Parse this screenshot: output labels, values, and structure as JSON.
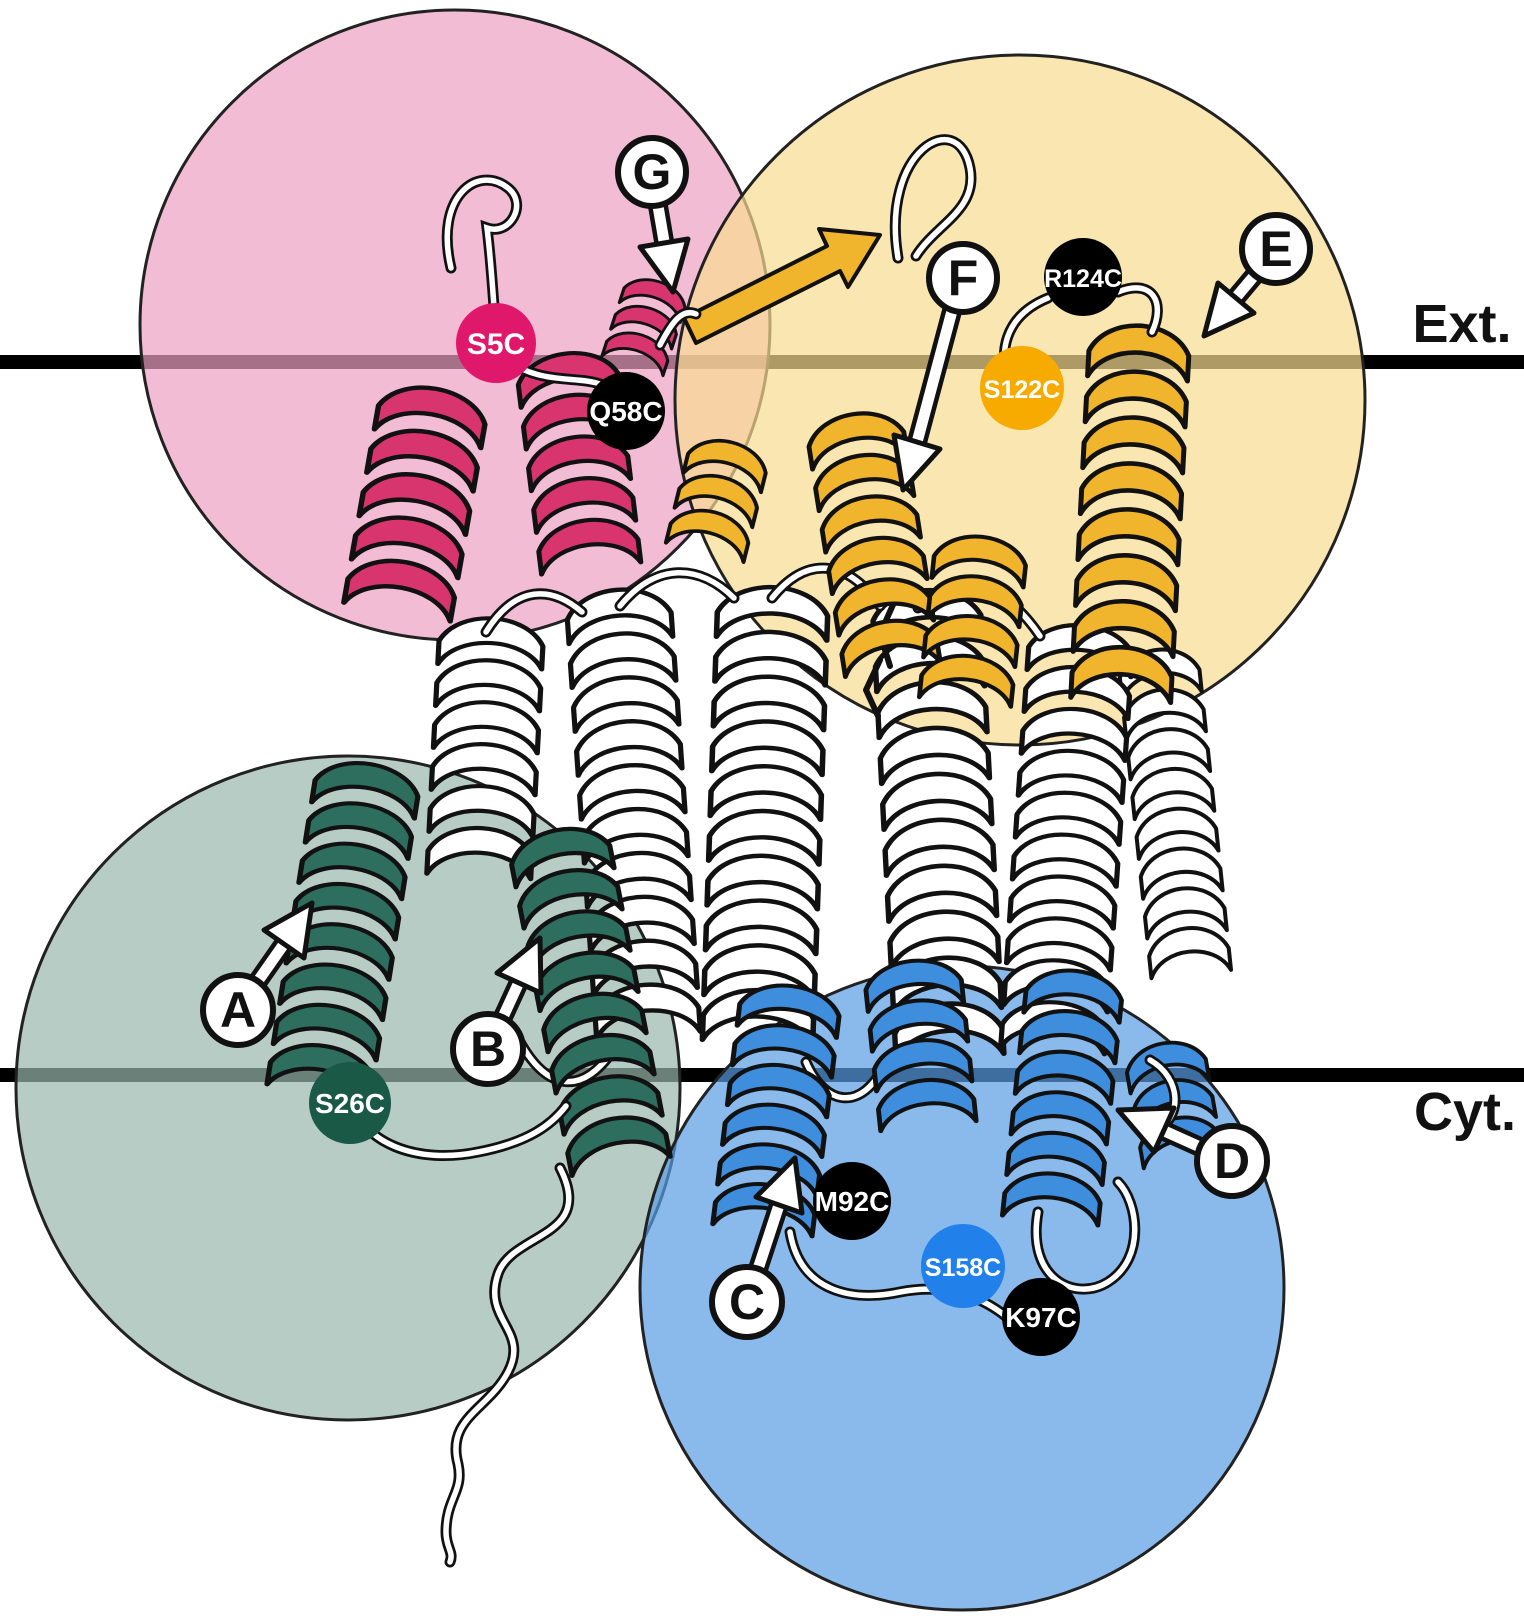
{
  "membrane": {
    "ext_label": "Ext.",
    "cyt_label": "Cyt.",
    "line_color": "#000000"
  },
  "background_color": "#ffffff",
  "white_ribbon_color": "#ffffff",
  "ribbon_outline_color": "#111111",
  "regions": [
    {
      "name": "pink-nterm",
      "circle_color": "#ec9fc3",
      "ribbon_color": "#d8356f"
    },
    {
      "name": "yellow-ext",
      "circle_color": "#f8db8e",
      "ribbon_color": "#f0b42d"
    },
    {
      "name": "teal-cyt",
      "circle_color": "#9ab6ae",
      "ribbon_color": "#2e6e5e"
    },
    {
      "name": "blue-cterm",
      "circle_color": "#589ce4",
      "ribbon_color": "#3f8edd"
    }
  ],
  "residue_badges": [
    {
      "label": "S5C",
      "fill": "#e0186c",
      "text_color": "#ffffff"
    },
    {
      "label": "Q58C",
      "fill": "#000000",
      "text_color": "#ffffff"
    },
    {
      "label": "R124C",
      "fill": "#000000",
      "text_color": "#ffffff"
    },
    {
      "label": "S122C",
      "fill": "#f7ab00",
      "text_color": "#ffffff"
    },
    {
      "label": "S26C",
      "fill": "#1a5945",
      "text_color": "#ffffff"
    },
    {
      "label": "M92C",
      "fill": "#000000",
      "text_color": "#ffffff"
    },
    {
      "label": "S158C",
      "fill": "#2180ea",
      "text_color": "#ffffff"
    },
    {
      "label": "K97C",
      "fill": "#000000",
      "text_color": "#ffffff"
    }
  ],
  "letter_badges": [
    {
      "label": "A"
    },
    {
      "label": "B"
    },
    {
      "label": "C"
    },
    {
      "label": "D"
    },
    {
      "label": "E"
    },
    {
      "label": "F"
    },
    {
      "label": "G"
    }
  ]
}
